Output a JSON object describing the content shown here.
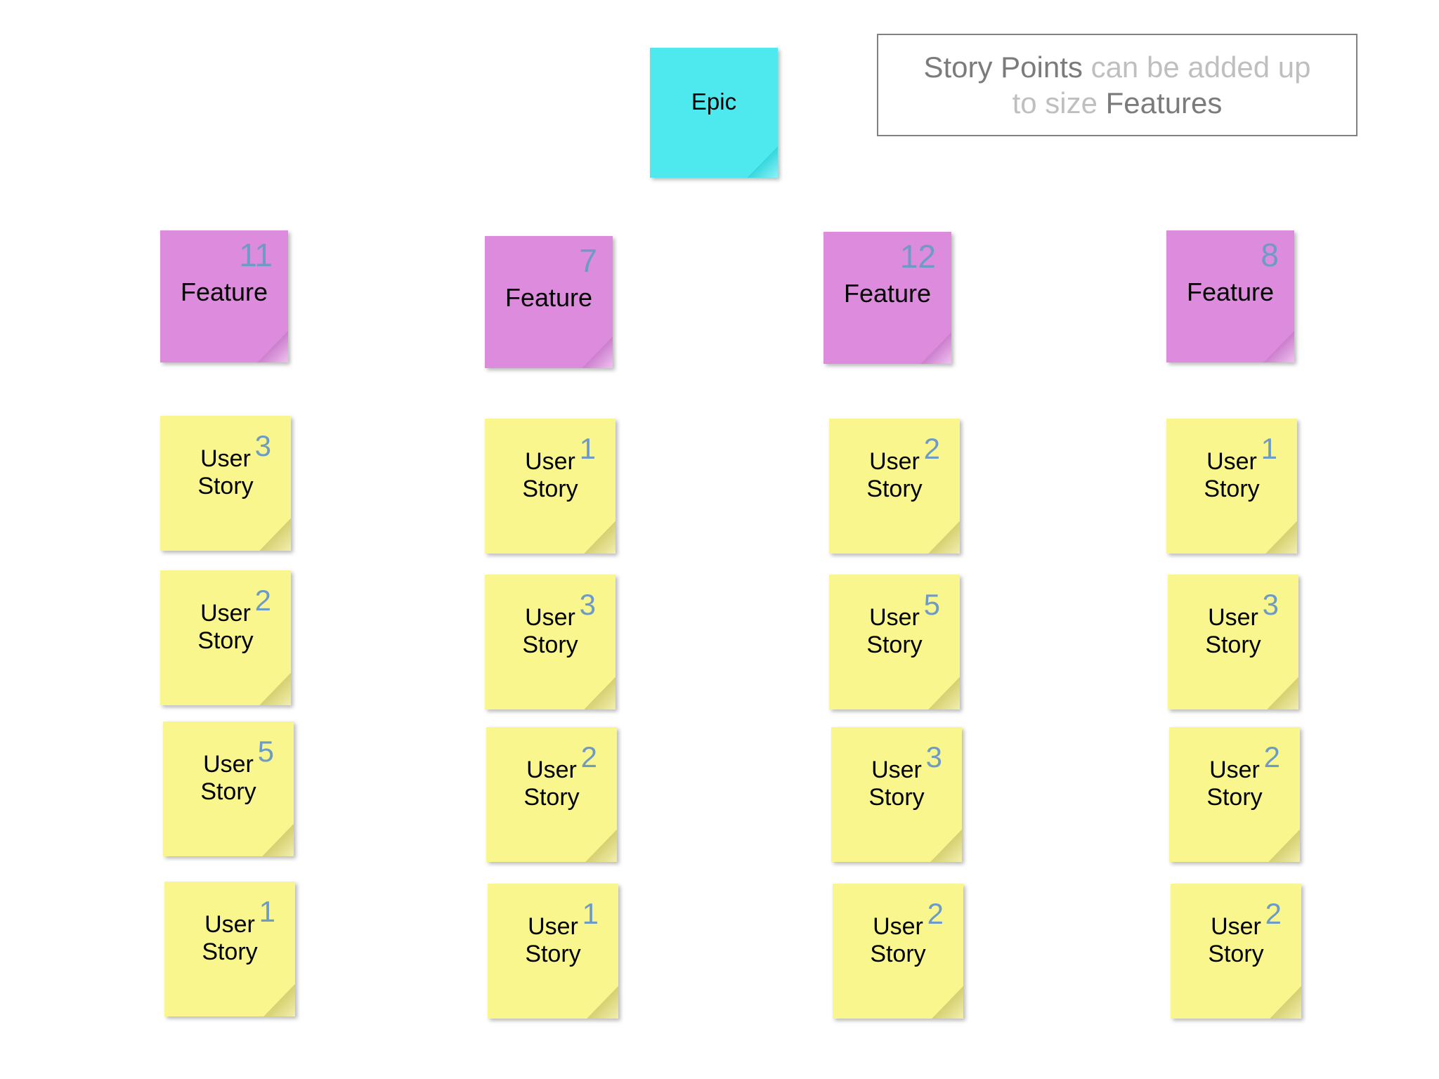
{
  "board": {
    "title": "Story Points can be added up to size Features",
    "colors": {
      "epic": "#4DE9EE",
      "feature": "#DD8BDD",
      "story": "#F8F68C",
      "points_text": "#6E9BC5",
      "caption_border": "#808080",
      "caption_strong": "#7B7B7B",
      "caption_muted": "#BFBFBF",
      "background": "#FFFFFF"
    }
  },
  "caption": {
    "strong_1": "Story Points",
    "muted_1": " can be added up",
    "muted_2": "to size ",
    "strong_2": "Features"
  },
  "epic": {
    "label": "Epic"
  },
  "features": [
    {
      "label": "Feature",
      "points": "11"
    },
    {
      "label": "Feature",
      "points": "7"
    },
    {
      "label": "Feature",
      "points": "12"
    },
    {
      "label": "Feature",
      "points": "8"
    }
  ],
  "stories": {
    "line1": "User",
    "line2": "Story",
    "columns": [
      {
        "points": [
          "3",
          "2",
          "5",
          "1"
        ]
      },
      {
        "points": [
          "1",
          "3",
          "2",
          "1"
        ]
      },
      {
        "points": [
          "2",
          "5",
          "3",
          "2"
        ]
      },
      {
        "points": [
          "1",
          "3",
          "2",
          "2"
        ]
      }
    ]
  }
}
